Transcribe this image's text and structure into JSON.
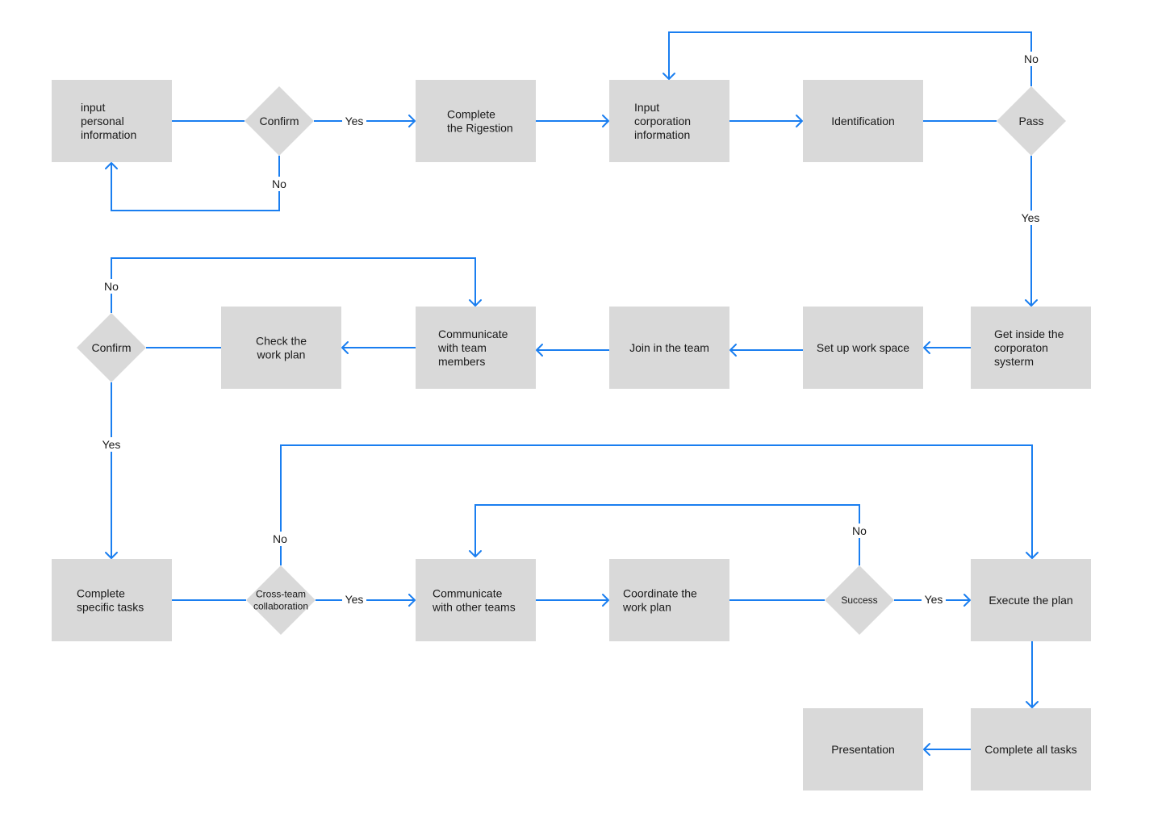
{
  "nodes": {
    "input_personal": [
      "input",
      "personal",
      "information"
    ],
    "confirm_1": [
      "Confirm"
    ],
    "complete_registration": [
      "Complete",
      "the Rigestion"
    ],
    "input_corporation": [
      "Input",
      "corporation",
      "information"
    ],
    "identification": [
      "Identification"
    ],
    "pass": [
      "Pass"
    ],
    "get_inside": [
      "Get inside the",
      "corporaton",
      "systerm"
    ],
    "setup_workspace": [
      "Set up work space"
    ],
    "join_team": [
      "Join in the team"
    ],
    "communicate_team": [
      "Communicate",
      "with team",
      "members"
    ],
    "check_plan": [
      "Check the",
      "work plan"
    ],
    "confirm_2": [
      "Confirm"
    ],
    "complete_specific": [
      "Complete",
      "specific tasks"
    ],
    "cross_team": [
      "Cross-team",
      "collaboration"
    ],
    "communicate_other": [
      "Communicate",
      "with other teams"
    ],
    "coordinate_plan": [
      "Coordinate the",
      "work plan"
    ],
    "success": [
      "Success"
    ],
    "execute_plan": [
      "Execute the plan"
    ],
    "complete_all": [
      "Complete all tasks"
    ],
    "presentation": [
      "Presentation"
    ]
  },
  "edge_labels": {
    "confirm1_yes": "Yes",
    "confirm1_no": "No",
    "pass_no": "No",
    "pass_yes": "Yes",
    "confirm2_no": "No",
    "confirm2_yes": "Yes",
    "cross_no": "No",
    "cross_yes": "Yes",
    "success_no": "No",
    "success_yes": "Yes"
  },
  "colors": {
    "node_fill": "#d9d9d9",
    "edge": "#1a7ef0",
    "text": "#1a1a1a"
  }
}
